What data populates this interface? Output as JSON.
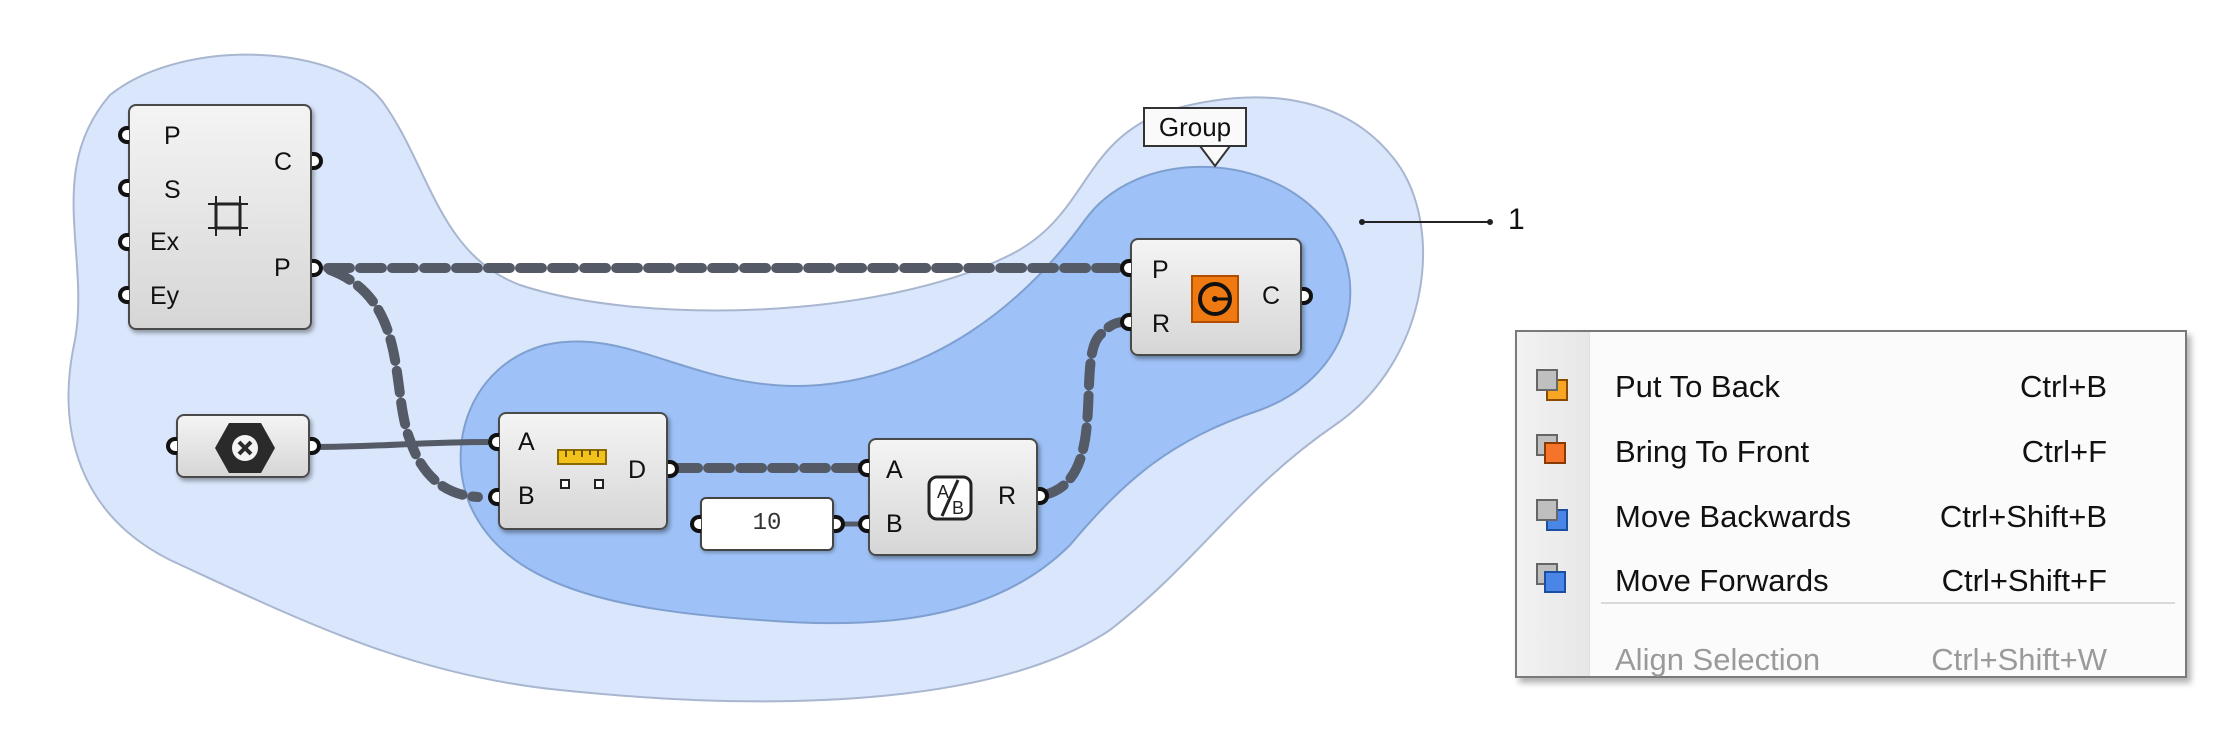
{
  "canvas": {
    "group_tag": "Group",
    "callout_number": "1",
    "rectangle_component": {
      "inputs": [
        "P",
        "S",
        "Ex",
        "Ey"
      ],
      "outputs": [
        "C",
        "P"
      ],
      "icon": "rectangle-icon"
    },
    "circle_component": {
      "inputs": [
        "P",
        "R"
      ],
      "outputs": [
        "C"
      ],
      "icon": "circle-icon"
    },
    "distance_component": {
      "inputs": [
        "A",
        "B"
      ],
      "outputs": [
        "D"
      ],
      "icon": "ruler-icon"
    },
    "division_component": {
      "inputs": [
        "A",
        "B"
      ],
      "outputs": [
        "R"
      ],
      "icon": "division-icon"
    },
    "relay_component": {
      "icon": "close-hexagon-icon"
    },
    "number_slider": {
      "value": "10"
    },
    "colors": {
      "outer_group": "#d9e6fb",
      "inner_group": "#9ec2f7",
      "wire": "#545a66"
    }
  },
  "context_menu": {
    "items": [
      {
        "label": "Put To Back",
        "shortcut": "Ctrl+B",
        "icon": "put-to-back-icon",
        "enabled": true
      },
      {
        "label": "Bring To Front",
        "shortcut": "Ctrl+F",
        "icon": "bring-to-front-icon",
        "enabled": true
      },
      {
        "label": "Move Backwards",
        "shortcut": "Ctrl+Shift+B",
        "icon": "move-backwards-icon",
        "enabled": true
      },
      {
        "label": "Move Forwards",
        "shortcut": "Ctrl+Shift+F",
        "icon": "move-forwards-icon",
        "enabled": true
      },
      {
        "label": "Align Selection",
        "shortcut": "Ctrl+Shift+W",
        "icon": "",
        "enabled": false
      }
    ]
  }
}
